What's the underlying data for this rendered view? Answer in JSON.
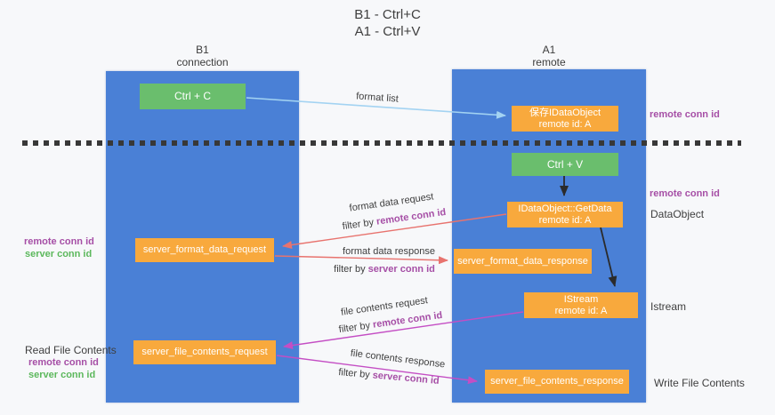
{
  "title": {
    "line1": "B1 - Ctrl+C",
    "line2": "A1 - Ctrl+V"
  },
  "columns": {
    "left": {
      "name": "B1",
      "subtitle": "connection"
    },
    "right": {
      "name": "A1",
      "subtitle": "remote"
    }
  },
  "boxes": {
    "ctrl_c": "Ctrl + C",
    "ctrl_v": "Ctrl + V",
    "save_dataobject": {
      "line1": "保存IDataObject",
      "line2": "remote id: A"
    },
    "getdata": {
      "line1": "IDataObject::GetData",
      "line2": "remote id: A"
    },
    "istream": {
      "line1": "IStream",
      "line2": "remote id: A"
    },
    "format_request": "server_format_data_request",
    "format_response": "server_format_data_response",
    "file_request": "server_file_contents_request",
    "file_response": "server_file_contents_response"
  },
  "flow_labels": {
    "format_list": "format list",
    "format_request": "format data request",
    "format_request_filter": {
      "prefix": "filter by ",
      "value": "remote conn id"
    },
    "format_response": "format data response",
    "format_response_filter": {
      "prefix": "filter by ",
      "value": "server conn id"
    },
    "file_request": "file contents request",
    "file_request_filter": {
      "prefix": "filter by ",
      "value": "remote conn id"
    },
    "file_response": "file contents response",
    "file_response_filter": {
      "prefix": "filter by ",
      "value": "server conn id"
    }
  },
  "side_labels": {
    "right_remote_top": "remote conn id",
    "right_remote_mid": "remote conn id",
    "dataobject": "DataObject",
    "istream": "Istream",
    "write_file": "Write File Contents",
    "left_remote_1": "remote conn id",
    "left_server_1": "server conn id",
    "read_file": "Read File Contents",
    "left_remote_2": "remote conn id",
    "left_server_2": "server conn id"
  },
  "colors": {
    "column_blue": "#4a80d6",
    "box_green": "#6abe6d",
    "box_orange": "#f8a93d",
    "arrow_light_blue": "#a3d3f2",
    "arrow_red": "#e8736e",
    "arrow_magenta": "#c44ec4",
    "arrow_black": "#2b2b2b",
    "text_purple": "#a64fa6",
    "text_green": "#5cb85c",
    "background": "#f7f8fa"
  }
}
